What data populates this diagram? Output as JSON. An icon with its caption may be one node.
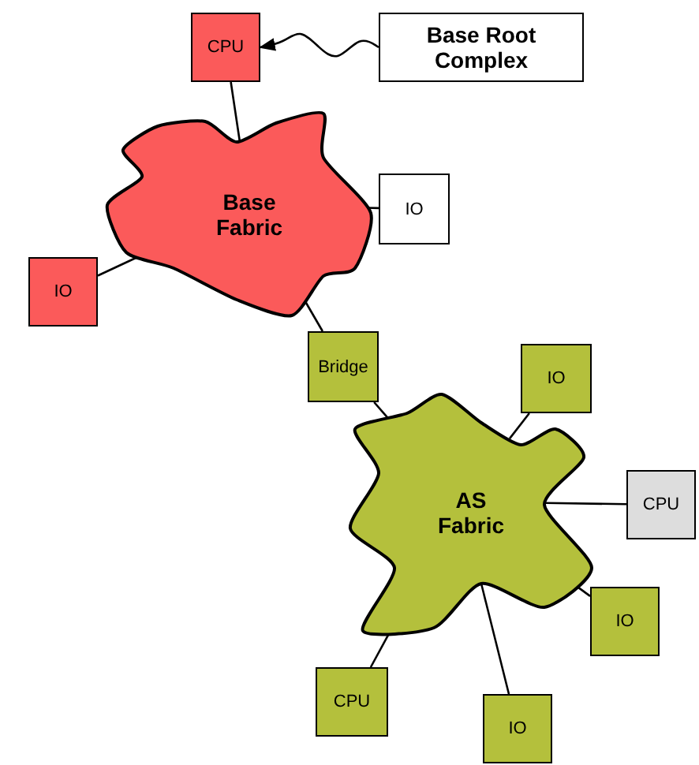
{
  "diagram": {
    "nodes": [
      {
        "text": [
          "CPU"
        ]
      },
      {
        "text": [
          "Base Root Complex"
        ]
      },
      {
        "text": [
          "Base Fabric"
        ]
      },
      {
        "text": [
          "IO"
        ]
      },
      {
        "text": [
          "IO"
        ]
      },
      {
        "text": [
          "Bridge"
        ]
      },
      {
        "text": [
          "AS Fabric"
        ]
      },
      {
        "text": [
          "IO"
        ]
      },
      {
        "text": [
          "CPU"
        ]
      },
      {
        "text": [
          "IO"
        ]
      },
      {
        "text": [
          "CPU"
        ]
      },
      {
        "text": [
          "IO"
        ]
      }
    ],
    "edges": [
      {
        "from": 1,
        "to": 0,
        "arrow": "to"
      },
      {
        "from": 0,
        "to": 2,
        "arrow": "none"
      },
      {
        "from": 2,
        "to": 3,
        "arrow": "none"
      },
      {
        "from": 2,
        "to": 4,
        "arrow": "none"
      },
      {
        "from": 2,
        "to": 5,
        "arrow": "none"
      },
      {
        "from": 5,
        "to": 6,
        "arrow": "none"
      },
      {
        "from": 6,
        "to": 7,
        "arrow": "none"
      },
      {
        "from": 6,
        "to": 8,
        "arrow": "none"
      },
      {
        "from": 6,
        "to": 9,
        "arrow": "none"
      },
      {
        "from": 6,
        "to": 10,
        "arrow": "none"
      },
      {
        "from": 6,
        "to": 11,
        "arrow": "none"
      }
    ]
  }
}
